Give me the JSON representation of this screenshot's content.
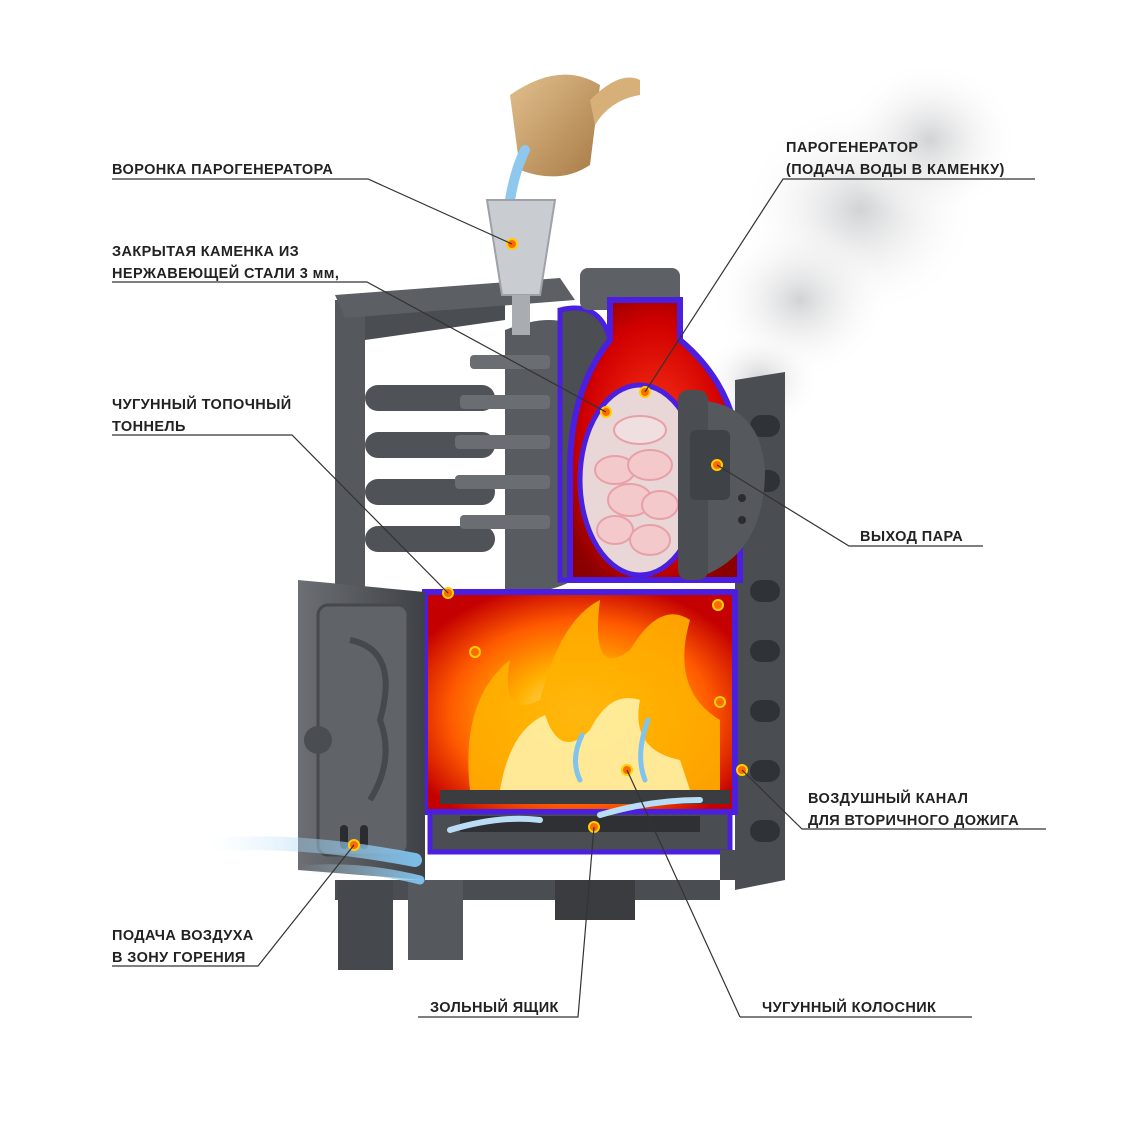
{
  "labels": {
    "funnel": "ВОРОНКА ПАРОГЕНЕРАТОРА",
    "steam_gen_line1": "ПАРОГЕНЕРАТОР",
    "steam_gen_line2": "(ПОДАЧА ВОДЫ В КАМЕНКУ)",
    "closed_heater_line1": "ЗАКРЫТАЯ КАМЕНКА ИЗ",
    "closed_heater_line2": "НЕРЖАВЕЮЩЕЙ СТАЛИ 3 мм,",
    "cast_tunnel_line1": "ЧУГУННЫЙ ТОПОЧНЫЙ",
    "cast_tunnel_line2": "ТОННЕЛЬ",
    "steam_outlet": "ВЫХОД ПАРА",
    "air_channel_line1": "ВОЗДУШНЫЙ КАНАЛ",
    "air_channel_line2": "ДЛЯ ВТОРИЧНОГО ДОЖИГА",
    "air_supply_line1": "ПОДАЧА ВОЗДУХА",
    "air_supply_line2": "В ЗОНУ ГОРЕНИЯ",
    "ash_box": "ЗОЛЬНЫЙ ЯЩИК",
    "grate": "ЧУГУННЫЙ КОЛОСНИК"
  },
  "colors": {
    "text": "#222222",
    "leader": "#333333",
    "casing": "#5a5d62",
    "casing_dark": "#3c3f44",
    "cutaway_edge": "#4b1fe0",
    "fire": "#ff7a00",
    "hot_interior": "#c40000",
    "marker": "#ff6a00",
    "steam": "#d9dadb",
    "air_flow": "#9fd2f2"
  },
  "icons": [
    "water-ladle-icon",
    "funnel-icon",
    "steam-cloud-icon",
    "flame-icon",
    "stones-icon",
    "air-arrow-icon"
  ]
}
